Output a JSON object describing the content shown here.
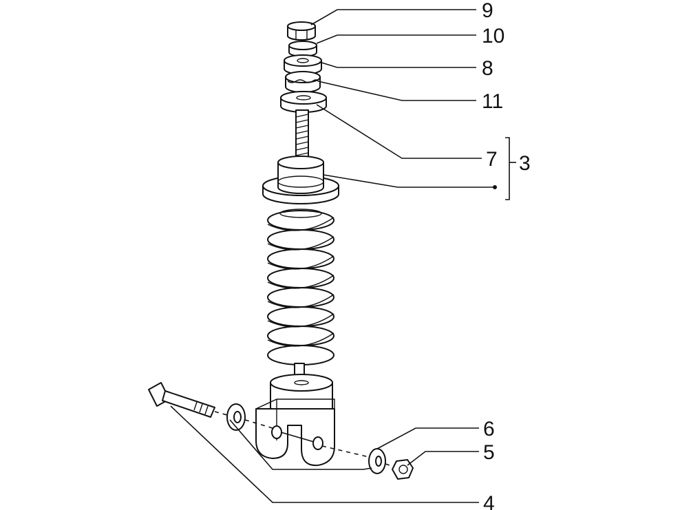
{
  "diagram": {
    "callouts": [
      {
        "id": "9",
        "label": "9"
      },
      {
        "id": "10",
        "label": "10"
      },
      {
        "id": "8",
        "label": "8"
      },
      {
        "id": "11",
        "label": "11"
      },
      {
        "id": "7",
        "label": "7"
      },
      {
        "id": "3",
        "label": "3"
      },
      {
        "id": "6",
        "label": "6"
      },
      {
        "id": "5",
        "label": "5"
      },
      {
        "id": "4",
        "label": "4"
      }
    ]
  }
}
